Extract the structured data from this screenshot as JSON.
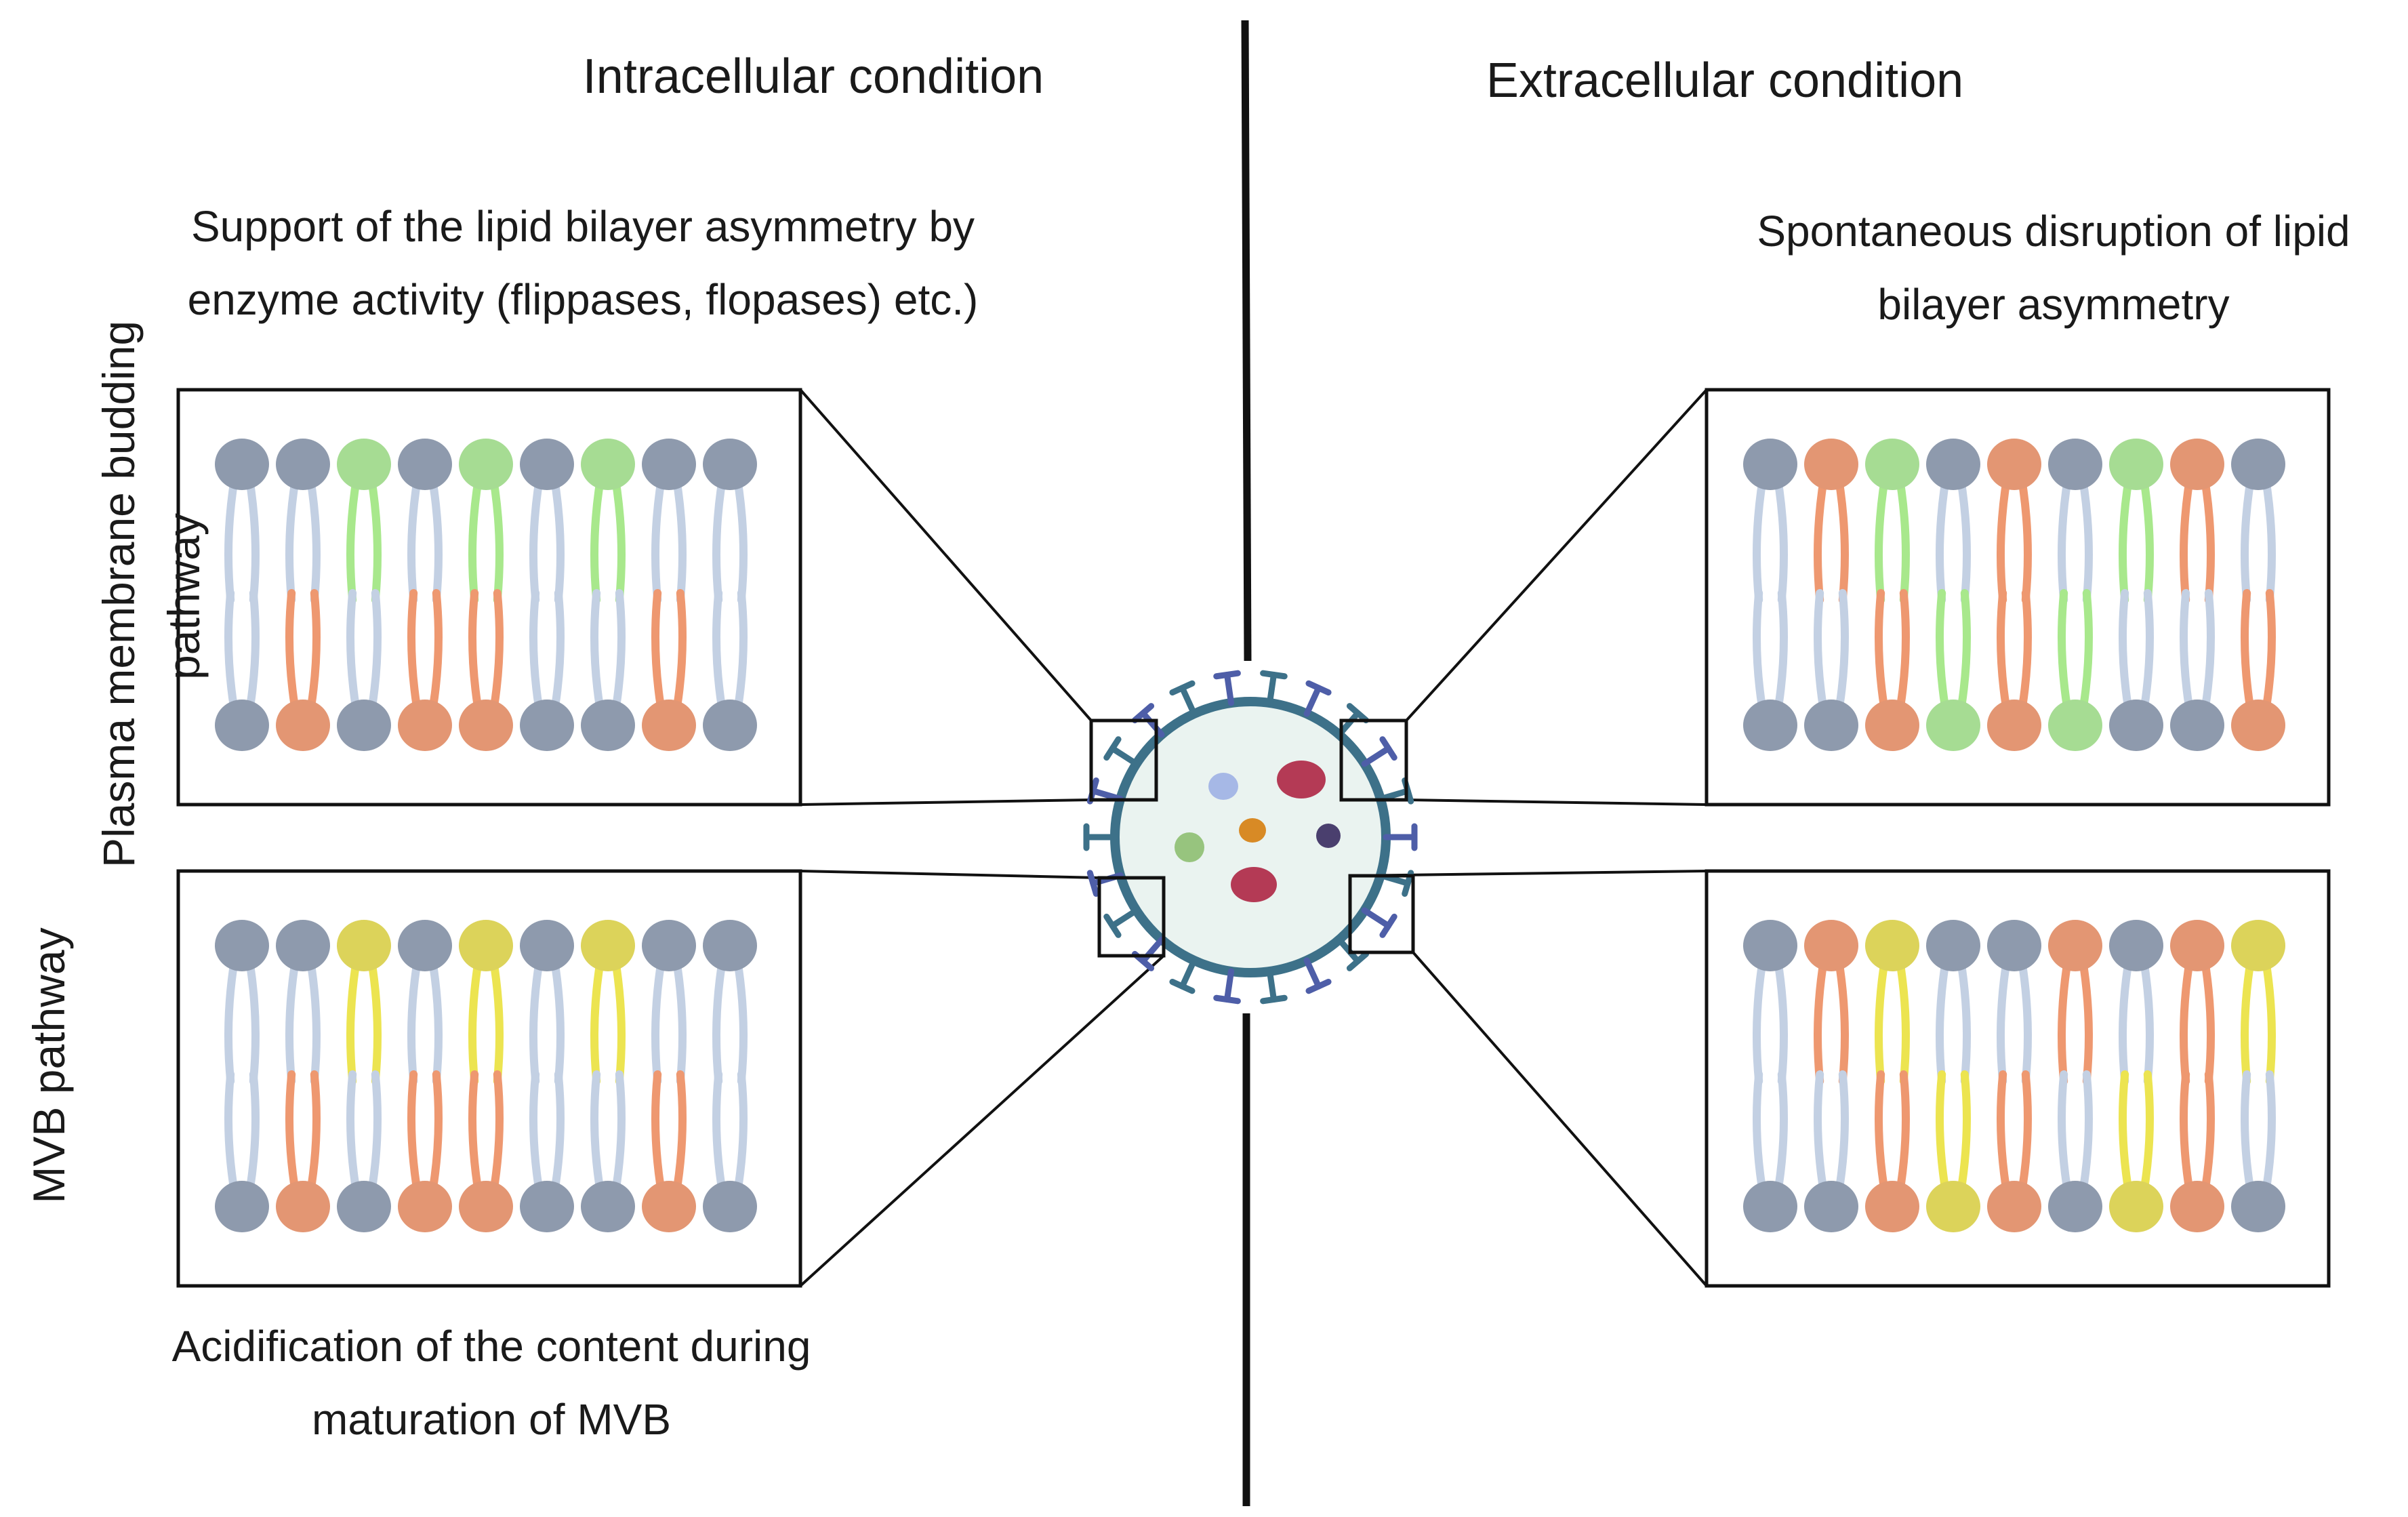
{
  "headings": {
    "intracellular": "Intracellular condition",
    "extracellular": "Extracellular condition"
  },
  "captions": {
    "top_left": [
      "Support of the lipid bilayer asymmetry by",
      "enzyme activity (flippases, flopases) etc.)"
    ],
    "top_right": [
      "Spontaneous disruption of lipid",
      "bilayer asymmetry"
    ],
    "bottom_left": [
      "Acidification of the content during",
      "maturation of MVB"
    ]
  },
  "side_labels": {
    "plasma_membrane": [
      "Plasma membrane budding",
      "pathway"
    ],
    "mvb": "MVB pathway"
  },
  "colors": {
    "gray_head": "#8e9aad",
    "gray_tail": "#c3d0e3",
    "green_head": "#a6dc93",
    "green_tail": "#a8e88c",
    "orange_head": "#e39673",
    "orange_tail": "#ee9870",
    "yellow_head": "#dcd35a",
    "yellow_tail": "#ece450",
    "vesicle_fill": "#eaf3f0",
    "vesicle_stroke": "#3d7189",
    "receptor": "#4e5ea8",
    "line": "#111111"
  },
  "bilayers": [
    {
      "id": "top-left",
      "upper": [
        "gray",
        "gray",
        "green",
        "gray",
        "green",
        "gray",
        "green",
        "gray",
        "gray"
      ],
      "lower": [
        "gray",
        "orange",
        "gray",
        "orange",
        "orange",
        "gray",
        "gray",
        "orange",
        "gray"
      ]
    },
    {
      "id": "top-right",
      "upper": [
        "gray",
        "orange",
        "green",
        "gray",
        "orange",
        "gray",
        "green",
        "orange",
        "gray"
      ],
      "lower": [
        "gray",
        "gray",
        "orange",
        "green",
        "orange",
        "green",
        "gray",
        "gray",
        "orange"
      ]
    },
    {
      "id": "bottom-left",
      "upper": [
        "gray",
        "gray",
        "yellow",
        "gray",
        "yellow",
        "gray",
        "yellow",
        "gray",
        "gray"
      ],
      "lower": [
        "gray",
        "orange",
        "gray",
        "orange",
        "orange",
        "gray",
        "gray",
        "orange",
        "gray"
      ]
    },
    {
      "id": "bottom-right",
      "upper": [
        "gray",
        "orange",
        "yellow",
        "gray",
        "gray",
        "orange",
        "gray",
        "orange",
        "yellow"
      ],
      "lower": [
        "gray",
        "gray",
        "orange",
        "yellow",
        "orange",
        "gray",
        "yellow",
        "orange",
        "gray"
      ]
    }
  ],
  "vesicle_cargo": [
    "light-blue-protein",
    "red-protein",
    "green-protein",
    "orange-protein",
    "purple-protein",
    "red-protein"
  ]
}
